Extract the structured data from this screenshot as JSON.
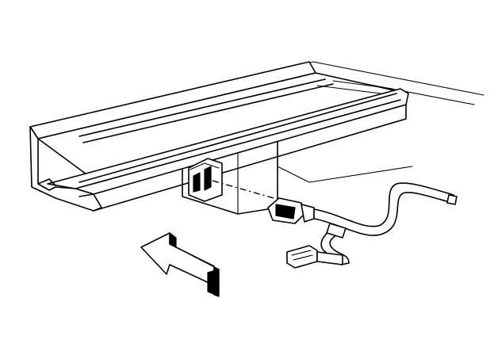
{
  "diagram": {
    "kind": "exploded service illustration",
    "colors": {
      "line": "#000000",
      "background": "#ffffff"
    },
    "parts": [
      {
        "id": "sill-plate-rail",
        "label": ""
      },
      {
        "id": "mounting-block",
        "label": ""
      },
      {
        "id": "sensor-module",
        "label": ""
      },
      {
        "id": "wiring-connector",
        "label": ""
      },
      {
        "id": "wiring-pigtail",
        "label": ""
      },
      {
        "id": "inline-connector",
        "label": ""
      },
      {
        "id": "direction-arrow",
        "label": ""
      }
    ]
  }
}
